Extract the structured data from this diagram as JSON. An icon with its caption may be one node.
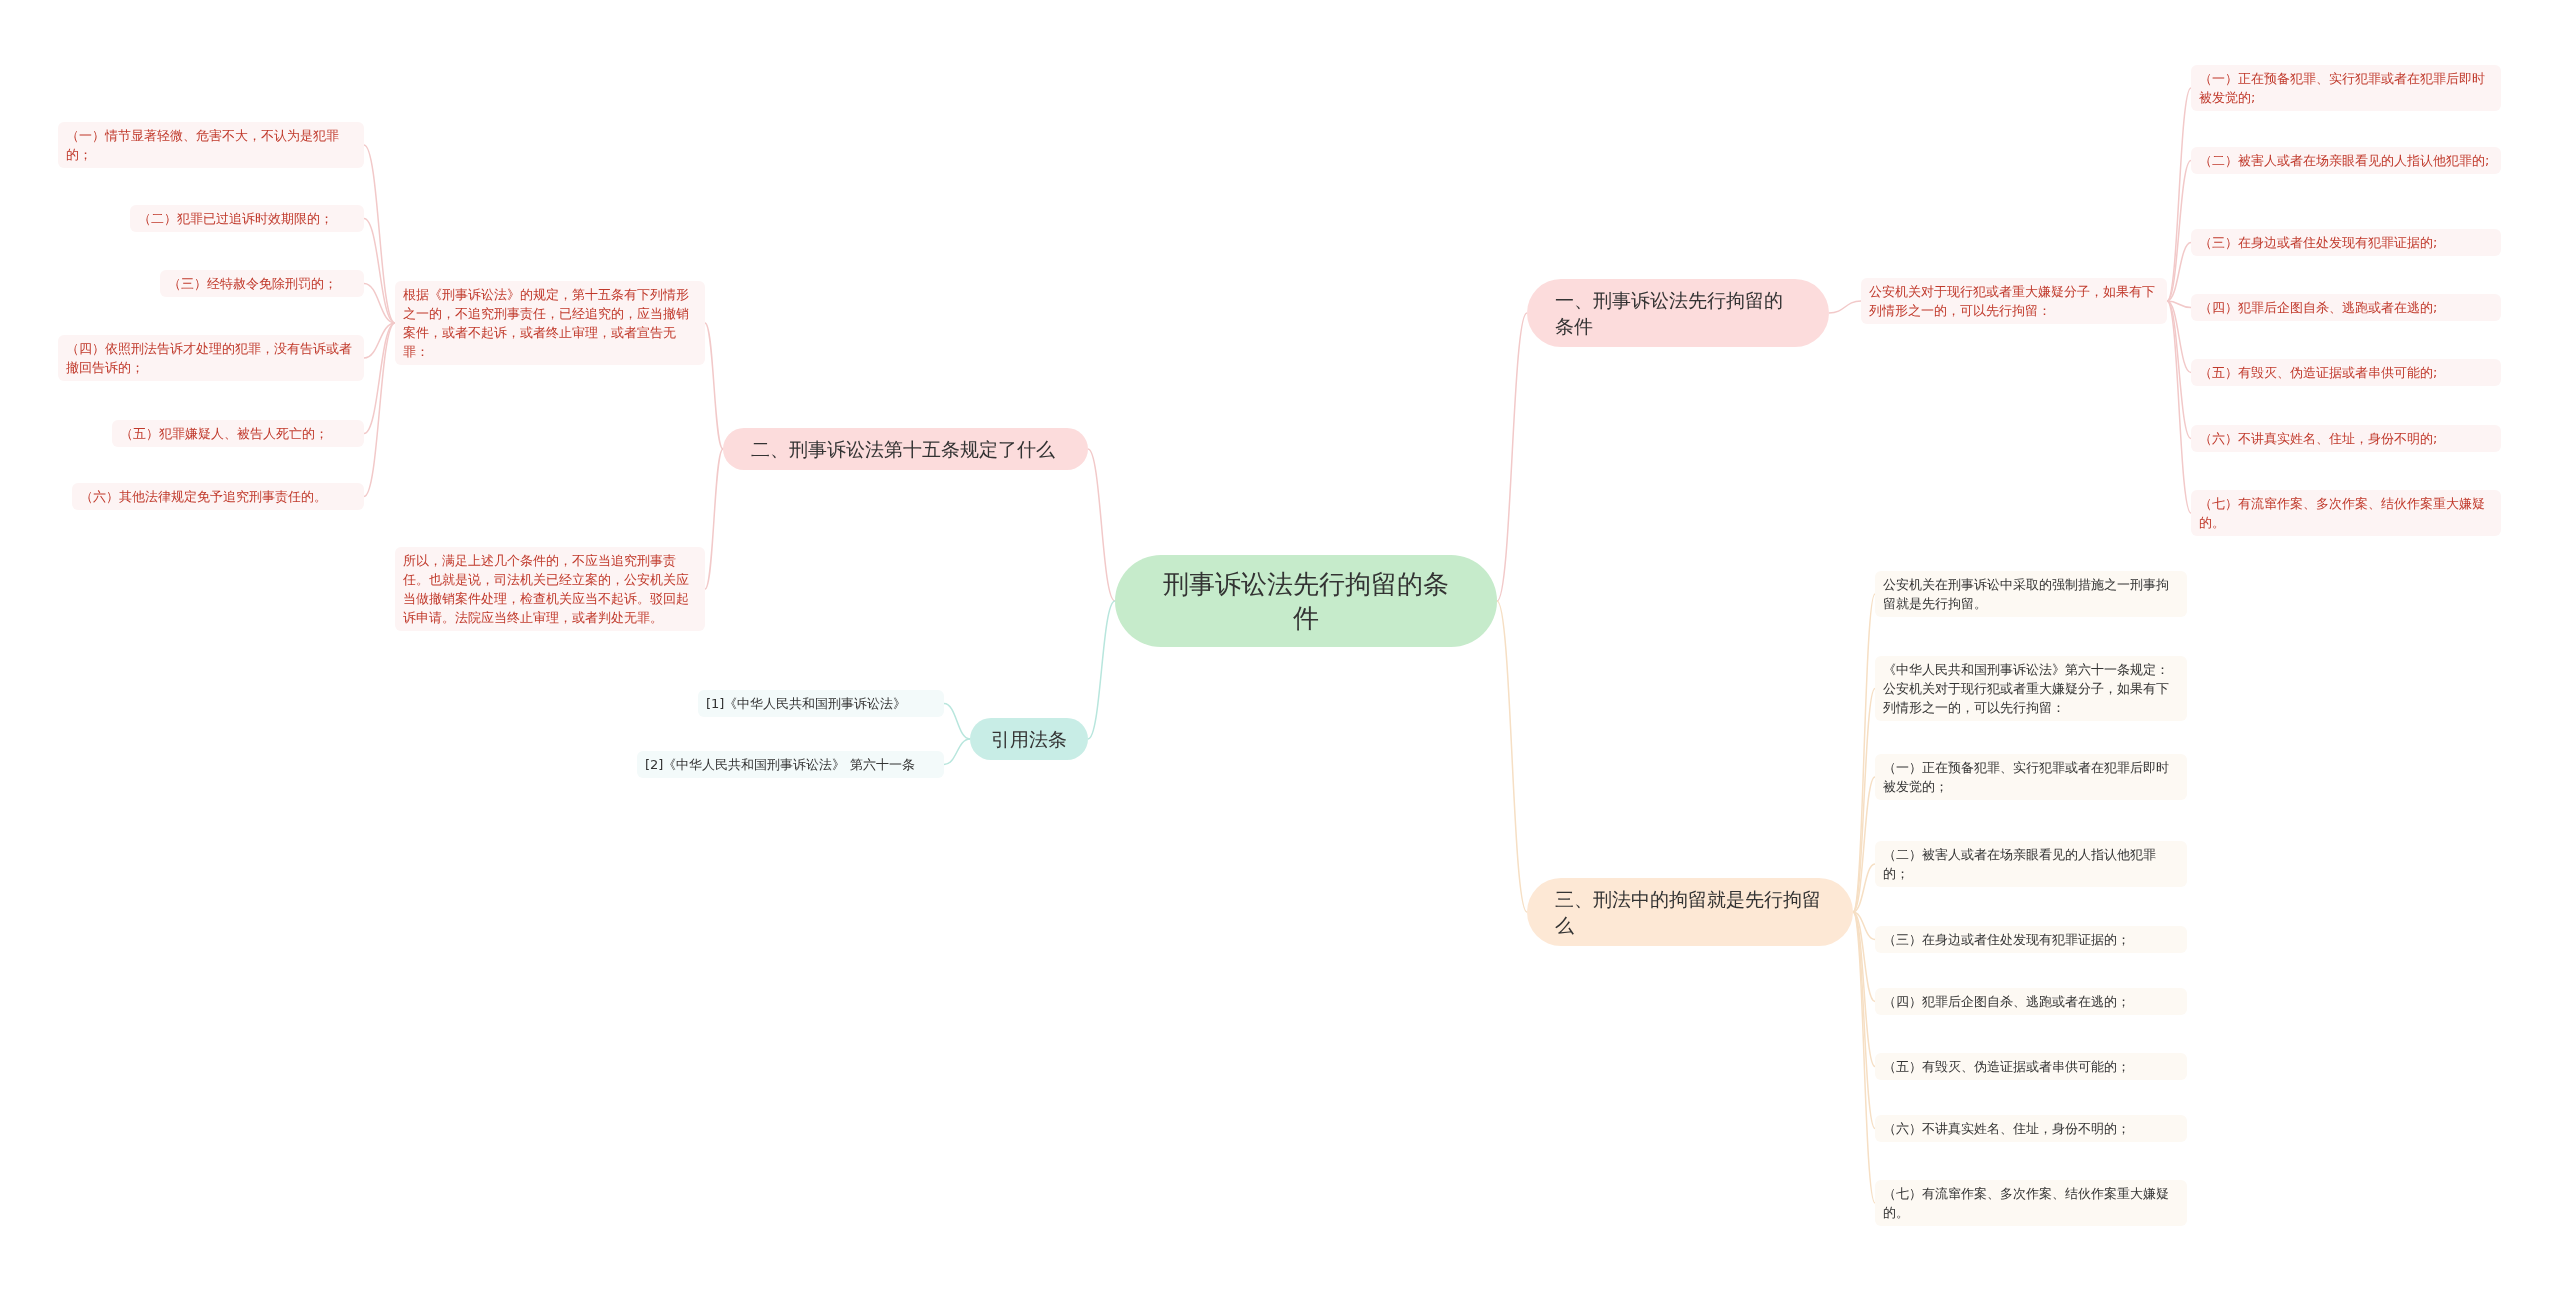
{
  "diagram": {
    "nodes": [
      {
        "text": [
          "刑事诉讼法先行拘留的条件"
        ]
      },
      {
        "text": [
          "一、刑事诉讼法先行拘留的条件"
        ]
      },
      {
        "text": [
          "公安机关对于现行犯或者重大嫌疑分子，如果有下列情形之一的，可以先行拘留："
        ]
      },
      {
        "text": [
          "（一）正在预备犯罪、实行犯罪或者在犯罪后即时被发觉的;"
        ]
      },
      {
        "text": [
          "（二）被害人或者在场亲眼看见的人指认他犯罪的;"
        ]
      },
      {
        "text": [
          "（三）在身边或者住处发现有犯罪证据的;"
        ]
      },
      {
        "text": [
          "（四）犯罪后企图自杀、逃跑或者在逃的;"
        ]
      },
      {
        "text": [
          "（五）有毁灭、伪造证据或者串供可能的;"
        ]
      },
      {
        "text": [
          "（六）不讲真实姓名、住址，身份不明的;"
        ]
      },
      {
        "text": [
          "（七）有流窜作案、多次作案、结伙作案重大嫌疑的。"
        ]
      },
      {
        "text": [
          "二、刑事诉讼法第十五条规定了什么"
        ]
      },
      {
        "text": [
          "根据《刑事诉讼法》的规定，第十五条有下列情形之一的，不追究刑事责任，已经追究的，应当撤销案件，或者不起诉，或者终止审理，或者宣告无罪："
        ]
      },
      {
        "text": [
          "（一）情节显著轻微、危害不大，不认为是犯罪的；"
        ]
      },
      {
        "text": [
          "（二）犯罪已过追诉时效期限的；"
        ]
      },
      {
        "text": [
          "（三）经特赦令免除刑罚的；"
        ]
      },
      {
        "text": [
          "（四）依照刑法告诉才处理的犯罪，没有告诉或者撤回告诉的；"
        ]
      },
      {
        "text": [
          "（五）犯罪嫌疑人、被告人死亡的；"
        ]
      },
      {
        "text": [
          "（六）其他法律规定免予追究刑事责任的。"
        ]
      },
      {
        "text": [
          "所以，满足上述几个条件的，不应当追究刑事责任。也就是说，司法机关已经立案的，公安机关应当做撤销案件处理，检查机关应当不起诉。驳回起诉申请。法院应当终止审理，或者判处无罪。"
        ]
      },
      {
        "text": [
          "引用法条"
        ]
      },
      {
        "text": [
          "[1]《中华人民共和国刑事诉讼法》"
        ]
      },
      {
        "text": [
          "[2]《中华人民共和国刑事诉讼法》 第六十一条"
        ]
      },
      {
        "text": [
          "三、刑法中的拘留就是先行拘留么"
        ]
      },
      {
        "text": [
          "公安机关在刑事诉讼中采取的强制措施之一刑事拘留就是先行拘留。"
        ]
      },
      {
        "text": [
          "《中华人民共和国刑事诉讼法》第六十一条规定：公安机关对于现行犯或者重大嫌疑分子，如果有下列情形之一的，可以先行拘留："
        ]
      },
      {
        "text": [
          "（一）正在预备犯罪、实行犯罪或者在犯罪后即时被发觉的；"
        ]
      },
      {
        "text": [
          "（二）被害人或者在场亲眼看见的人指认他犯罪的；"
        ]
      },
      {
        "text": [
          "（三）在身边或者住处发现有犯罪证据的；"
        ]
      },
      {
        "text": [
          "（四）犯罪后企图自杀、逃跑或者在逃的；"
        ]
      },
      {
        "text": [
          "（五）有毁灭、伪造证据或者串供可能的；"
        ]
      },
      {
        "text": [
          "（六）不讲真实姓名、住址，身份不明的；"
        ]
      },
      {
        "text": [
          "（七）有流窜作案、多次作案、结伙作案重大嫌疑的。"
        ]
      }
    ],
    "edges": [
      {
        "from": 0,
        "to": 1,
        "arrow": "none"
      },
      {
        "from": 1,
        "to": 2,
        "arrow": "none"
      },
      {
        "from": 2,
        "to": 3,
        "arrow": "none"
      },
      {
        "from": 2,
        "to": 4,
        "arrow": "none"
      },
      {
        "from": 2,
        "to": 5,
        "arrow": "none"
      },
      {
        "from": 2,
        "to": 6,
        "arrow": "none"
      },
      {
        "from": 2,
        "to": 7,
        "arrow": "none"
      },
      {
        "from": 2,
        "to": 8,
        "arrow": "none"
      },
      {
        "from": 2,
        "to": 9,
        "arrow": "none"
      },
      {
        "from": 0,
        "to": 10,
        "arrow": "none"
      },
      {
        "from": 10,
        "to": 11,
        "arrow": "none"
      },
      {
        "from": 11,
        "to": 12,
        "arrow": "none"
      },
      {
        "from": 11,
        "to": 13,
        "arrow": "none"
      },
      {
        "from": 11,
        "to": 14,
        "arrow": "none"
      },
      {
        "from": 11,
        "to": 15,
        "arrow": "none"
      },
      {
        "from": 11,
        "to": 16,
        "arrow": "none"
      },
      {
        "from": 11,
        "to": 17,
        "arrow": "none"
      },
      {
        "from": 10,
        "to": 18,
        "arrow": "none"
      },
      {
        "from": 0,
        "to": 19,
        "arrow": "none",
        "color": "#b8e6dd"
      },
      {
        "from": 19,
        "to": 20,
        "arrow": "none",
        "color": "#b8e6dd"
      },
      {
        "from": 19,
        "to": 21,
        "arrow": "none",
        "color": "#b8e6dd"
      },
      {
        "from": 0,
        "to": 22,
        "arrow": "none",
        "color": "#f6dfc4"
      },
      {
        "from": 22,
        "to": 23,
        "arrow": "none",
        "color": "#f6dfc4"
      },
      {
        "from": 22,
        "to": 24,
        "arrow": "none",
        "color": "#f6dfc4"
      },
      {
        "from": 22,
        "to": 25,
        "arrow": "none",
        "color": "#f6dfc4"
      },
      {
        "from": 22,
        "to": 26,
        "arrow": "none",
        "color": "#f6dfc4"
      },
      {
        "from": 22,
        "to": 27,
        "arrow": "none",
        "color": "#f6dfc4"
      },
      {
        "from": 22,
        "to": 28,
        "arrow": "none",
        "color": "#f6dfc4"
      },
      {
        "from": 22,
        "to": 29,
        "arrow": "none",
        "color": "#f6dfc4"
      },
      {
        "from": 22,
        "to": 30,
        "arrow": "none",
        "color": "#f6dfc4"
      },
      {
        "from": 22,
        "to": 31,
        "arrow": "none",
        "color": "#f6dfc4"
      }
    ]
  }
}
